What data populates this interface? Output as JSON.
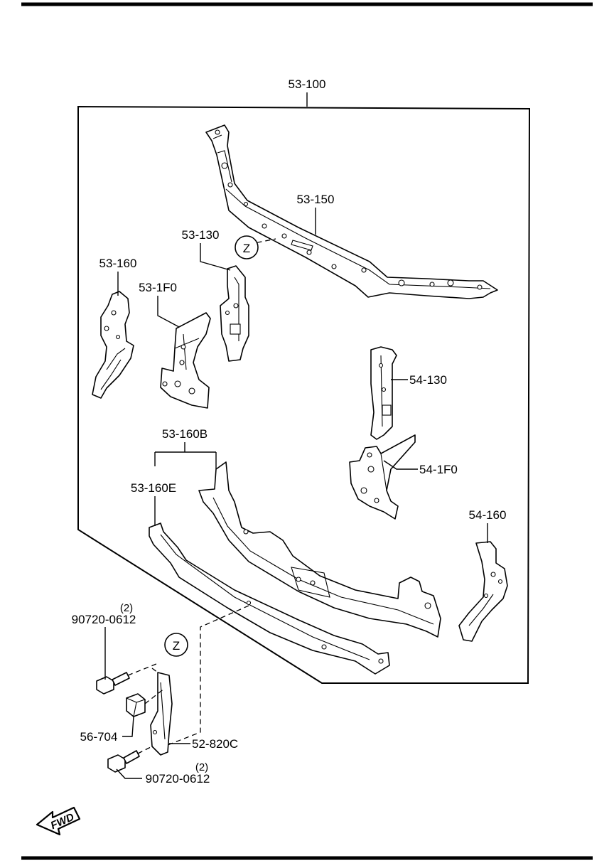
{
  "labels": {
    "assembly": "53-100",
    "upper_member": "53-150",
    "left_bracket_130": "53-130",
    "left_side_160": "53-160",
    "left_bracket_1f0": "53-1F0",
    "right_bracket_130": "54-130",
    "right_bracket_1f0": "54-1F0",
    "right_side_160": "54-160",
    "lower_member_160b": "53-160B",
    "lower_member_160e": "53-160E",
    "bolt_top": "90720-0612",
    "bolt_top_qty": "(2)",
    "bolt_bottom": "90720-0612",
    "bolt_bottom_qty": "(2)",
    "clip": "56-704",
    "bracket_820c": "52-820C",
    "detail_ref_upper": "Z",
    "detail_ref_lower": "Z"
  },
  "fwd_arrow": {
    "text": "FWD",
    "icon": "forward-direction-arrow-icon"
  }
}
